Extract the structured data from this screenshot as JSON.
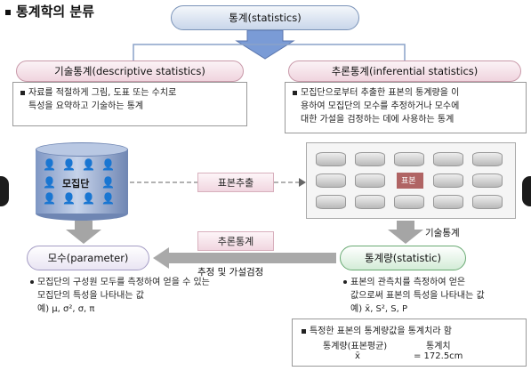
{
  "title": "통계학의 분류",
  "top": {
    "label": "통계(statistics)"
  },
  "descriptive": {
    "label": "기술통계(descriptive statistics)",
    "text_lines": [
      "자료를 적절하게 그림, 도표 또는 수치로",
      "특성을 요약하고 기술하는 통계"
    ]
  },
  "inferential": {
    "label": "추론통계(inferential statistics)",
    "text_lines": [
      "모집단으로부터 추출한 표본의 통계량을 이",
      "용하여 모집단의 모수를 추정하거나 모수에",
      "대한 가설을 검정하는 데에 사용하는 통계"
    ]
  },
  "population": {
    "label": "모집단"
  },
  "sampling": {
    "label": "표본추출"
  },
  "sample_center": {
    "label": "표본"
  },
  "descriptive_stat_label": "기술통계",
  "inference_tag": "추론통계",
  "estimation_label": "추정 및 가설검정",
  "parameter": {
    "label": "모수(parameter)",
    "desc_lines": [
      "모집단의 구성원 모두를 측정하여 얻을 수 있는",
      "모집단의 특성을 나타내는 값",
      "예) μ, σ², σ, π"
    ]
  },
  "statistic": {
    "label": "통계량(statistic)",
    "desc_lines": [
      "표본의 관측치를 측정하여 얻은",
      "값으로써 표본의 특성을 나타내는 값",
      "예) x̄, S², S, P"
    ]
  },
  "example": {
    "header": "특정한 표본의 통계량값을 통계치라 함",
    "col1": "통계량(표본평균)",
    "col2": "통계치",
    "val1": "x̄",
    "val2": "= 172.5cm"
  },
  "colors": {
    "accent_blue": "#7a93b8",
    "pink": "#f0d4de",
    "green": "#d3ecd7",
    "arrow": "#9b9b9b"
  },
  "icons": [
    "person-icon",
    "arrow-down-icon",
    "arrow-right-icon",
    "arrow-left-icon",
    "bullet-icon"
  ]
}
